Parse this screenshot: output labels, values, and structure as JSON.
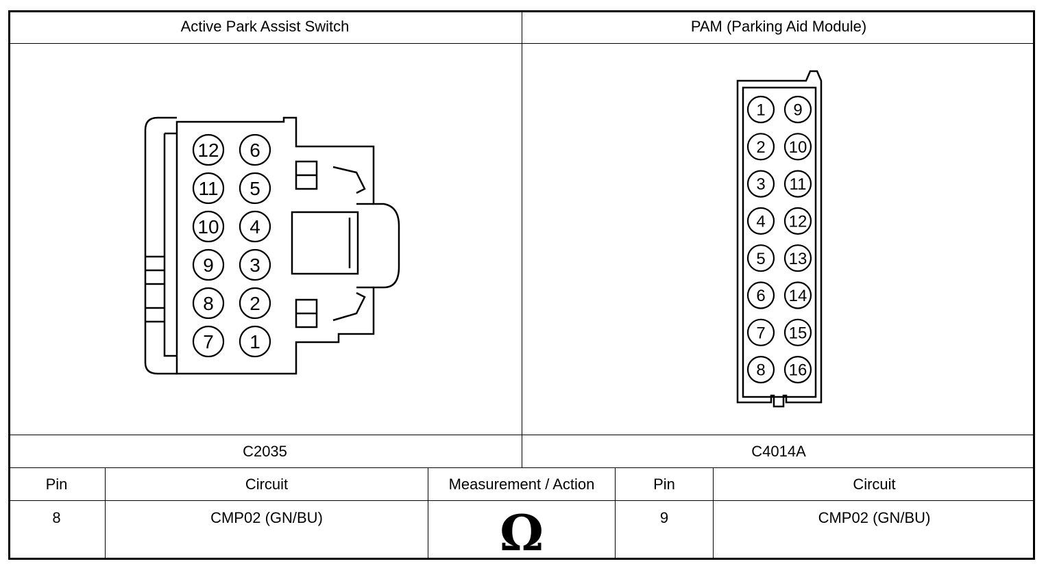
{
  "connectors": {
    "left": {
      "title": "Active Park Assist Switch",
      "id": "C2035",
      "pins_left_column": [
        "12",
        "11",
        "10",
        "9",
        "8",
        "7"
      ],
      "pins_right_column": [
        "6",
        "5",
        "4",
        "3",
        "2",
        "1"
      ]
    },
    "right": {
      "title": "PAM (Parking Aid Module)",
      "id": "C4014A",
      "pins_left_column": [
        "1",
        "2",
        "3",
        "4",
        "5",
        "6",
        "7",
        "8"
      ],
      "pins_right_column": [
        "9",
        "10",
        "11",
        "12",
        "13",
        "14",
        "15",
        "16"
      ]
    }
  },
  "table": {
    "headers": [
      "Pin",
      "Circuit",
      "Measurement / Action",
      "Pin",
      "Circuit"
    ],
    "row": [
      "8",
      "CMP02 (GN/BU)",
      "Ω",
      "9",
      "CMP02 (GN/BU)"
    ]
  }
}
